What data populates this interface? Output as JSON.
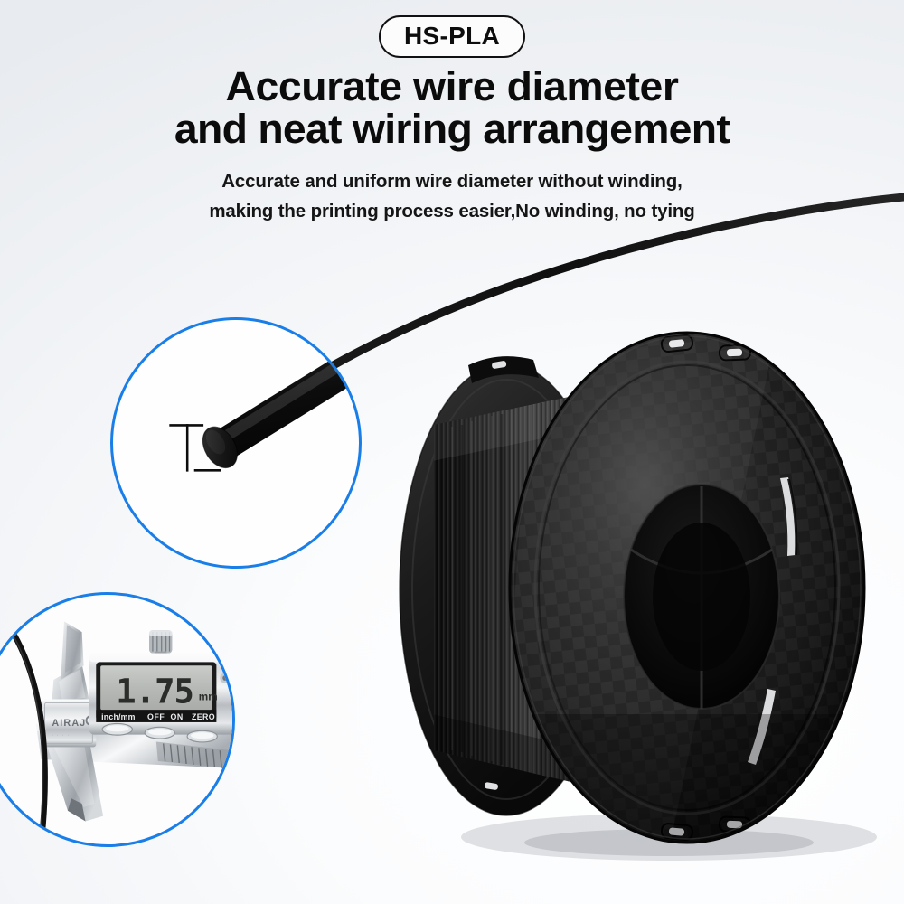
{
  "page": {
    "background_color": "#eaedf1",
    "accent_color": "#1a7ee8",
    "product_color": "#111111"
  },
  "header": {
    "badge_label": "HS-PLA",
    "headline_line1": "Accurate wire diameter",
    "headline_line2": "and neat wiring arrangement",
    "subtitle_line1": "Accurate and uniform wire diameter without winding,",
    "subtitle_line2": "making the printing process easier,No winding, no tying"
  },
  "loupe_wire": {
    "caption": "magnified filament strand cross-section",
    "ring_color": "#1a7ee8",
    "dimension_marker": "filament diameter caliper mark"
  },
  "loupe_caliper": {
    "caption": "digital caliper measuring filament",
    "ring_color": "#1a7ee8",
    "lcd_value": "1.75",
    "lcd_unit": "mm",
    "brand_text": "AIRAJ",
    "buttons": [
      "inch/mm",
      "OFF",
      "ON",
      "ZERO"
    ]
  },
  "spool": {
    "caption": "black PLA filament spool with carbon-fiber weave flange",
    "body_color": "#121212",
    "flange_pattern": "checkered carbon weave"
  }
}
